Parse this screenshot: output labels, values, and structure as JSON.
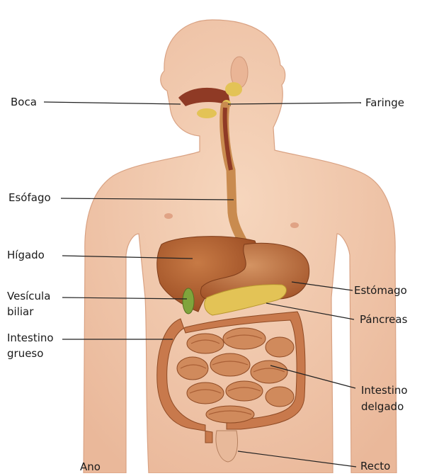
{
  "labels": {
    "boca": "Boca",
    "faringe": "Faringe",
    "esofago": "Esófago",
    "higado": "Hígado",
    "vesicula_1": "Vesícula",
    "vesicula_2": "biliar",
    "estomago": "Estómago",
    "pancreas": "Páncreas",
    "intestino_grueso_1": "Intestino",
    "intestino_grueso_2": "grueso",
    "intestino_delgado_1": "Intestino",
    "intestino_delgado_2": "delgado",
    "recto": "Recto",
    "ano": "Ano"
  },
  "colors": {
    "skin": "#f3c8a7",
    "skin_shadow": "#e3a886",
    "liver": "#b7602f",
    "stomach": "#c27a45",
    "pancreas": "#e3c356",
    "gallbladder": "#7fa43c",
    "intestine": "#c8794c",
    "esophagus": "#c98b4f",
    "leader_line": "#222222"
  }
}
